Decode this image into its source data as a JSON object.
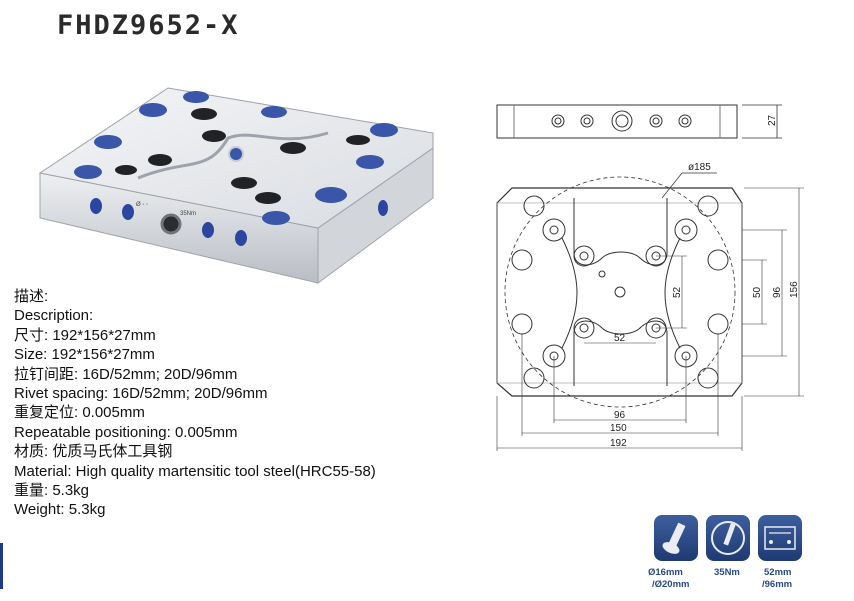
{
  "title": "FHDZ9652-X",
  "specs": [
    "描述:",
    "Description:",
    "尺寸: 192*156*27mm",
    "Size: 192*156*27mm",
    "拉钉间距: 16D/52mm; 20D/96mm",
    "Rivet spacing: 16D/52mm; 20D/96mm",
    "重复定位: 0.005mm",
    "Repeatable positioning: 0.005mm",
    "材质: 优质马氏体工具钢",
    "Material: High quality martensitic tool steel(HRC55-58)",
    "重量: 5.3kg",
    "Weight: 5.3kg"
  ],
  "product_labels": {
    "left": "Ø ◦ ◦",
    "right": "35Nm"
  },
  "drawing": {
    "height": "27",
    "diameter": "ø185",
    "dim_52_v": "52",
    "dim_50": "50",
    "dim_96_v": "96",
    "dim_156": "156",
    "dim_52_h": "52",
    "dim_96_h": "96",
    "dim_150": "150",
    "dim_192": "192"
  },
  "icons": [
    {
      "name": "rivet",
      "caption_1": "Ø16mm",
      "caption_2": "/Ø20mm"
    },
    {
      "name": "torque",
      "caption_1": "35Nm",
      "caption_2": ""
    },
    {
      "name": "spacing",
      "caption_1": "52mm",
      "caption_2": "/96mm"
    }
  ],
  "colors": {
    "accent": "#2b4d8f",
    "plate": "#e6e8ec",
    "blue_dot": "#3a56a8"
  }
}
